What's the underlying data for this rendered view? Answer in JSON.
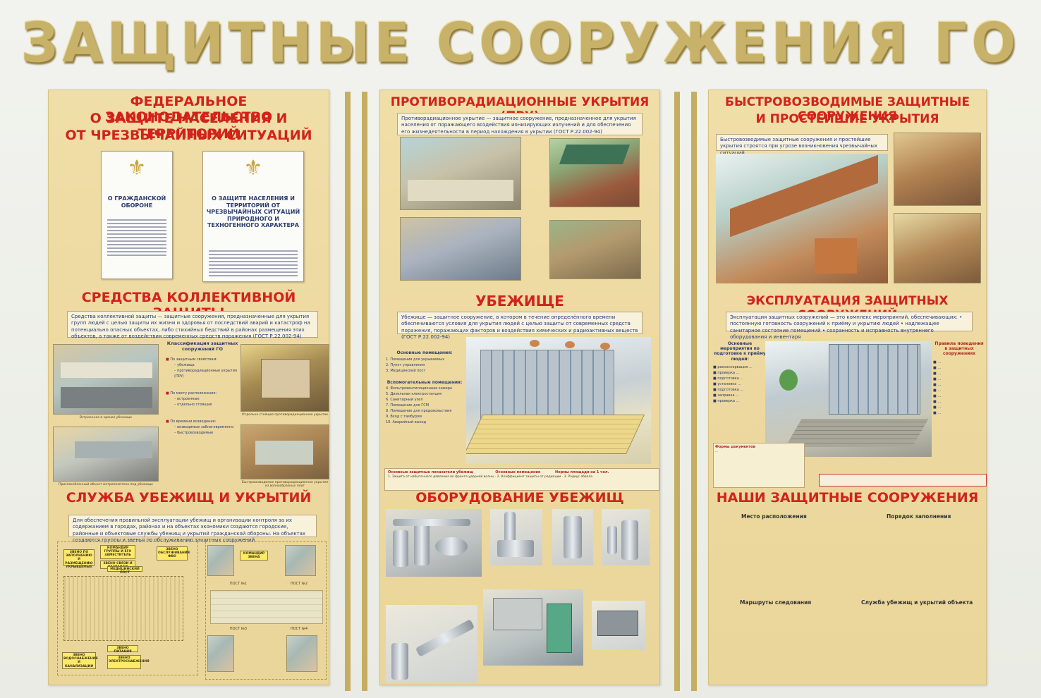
{
  "title": "ЗАЩИТНЫЕ СООРУЖЕНИЯ ГО",
  "colors": {
    "title": "#c8b168",
    "heading": "#d2231b",
    "panel": "#eed9a0",
    "stripe": "#c5ad62"
  },
  "left": {
    "law_title_1": "ФЕДЕРАЛЬНОЕ ЗАКОНОДАТЕЛЬСТВО",
    "law_title_2": "О ЗАЩИТЕ НАСЕЛЕНИЯ И ТЕРРИТОРИЙ",
    "law_title_3": "ОТ ЧРЕЗВЫЧАЙНЫХ СИТУАЦИЙ",
    "doc1_title": "О ГРАЖДАНСКОЙ ОБОРОНЕ",
    "doc2_title": "О ЗАЩИТЕ НАСЕЛЕНИЯ И ТЕРРИТОРИЙ ОТ ЧРЕЗВЫЧАЙНЫХ СИТУАЦИЙ ПРИРОДНОГО И ТЕХНОГЕННОГО ХАРАКТЕРА",
    "emblem_icon": "coat-of-arms-icon",
    "collective_title": "СРЕДСТВА КОЛЛЕКТИВНОЙ ЗАЩИТЫ",
    "collective_def": "Средства коллективной защиты — защитные сооружения, предназначенные для укрытия групп людей с целью защиты их жизни и здоровья от последствий аварий и катастроф на потенциально опасных объектах, либо стихийных бедствий в районах размещения этих объектов, а также от воздействия современных средств поражения (ГОСТ Р.22.002-94)",
    "classification_title": "Классификация защитных сооружений ГО",
    "class_1": "По защитным свойствам:",
    "class_1a": "– убежища",
    "class_1b": "– противорадиационные укрытия (ПРУ)",
    "class_2": "По месту расположения:",
    "class_2a": "– встроенные",
    "class_2b": "– отдельно стоящие",
    "class_3": "По времени возведения:",
    "class_3a": "– возводимые заблаговременно",
    "class_3b": "– быстровозводимые",
    "service_title": "СЛУЖБА УБЕЖИЩ И УКРЫТИЙ",
    "service_def": "Для обеспечения правильной эксплуатации убежищ и организации контроля за их содержанием в городах, районах и на объектах экономики создаются городские, районные и объектовые службы убежищ и укрытий гражданской обороны. На объектах создаются группы и звенья по обслуживанию защитных сооружений",
    "org_commander": "КОМАНДИР ГРУППЫ И ЕГО ЗАМЕСТИТЕЛЬ",
    "org_link": "ЗВЕНО СВЯЗИ И РАЗВЕДКИ",
    "org_fvo": "ЗВЕНО ОБСЛУЖИВАНИЯ ФВО",
    "org_medpost": "МЕДИЦИНСКИЙ ПОСТ",
    "org_food": "ЗВЕНО ПИТАНИЯ",
    "org_water": "ЗВЕНО ВОДОСНАБЖЕНИЯ И КАНАЛИЗАЦИИ",
    "org_power": "ЗВЕНО ЭЛЕКТРОСНАБЖЕНИЯ",
    "org_dgs": "ЗВЕНО ПО ЗАПОЛНЕНИЮ И РАЗМЕЩЕНИЮ УКРЫВАЕМЫХ",
    "post1": "ПОСТ №1",
    "post2": "ПОСТ №2",
    "post3": "ПОСТ №3",
    "post4": "ПОСТ №4",
    "commander_link": "КОМАНДИР ЗВЕНА"
  },
  "middle": {
    "pru_title": "ПРОТИВОРАДИАЦИОННЫЕ УКРЫТИЯ (ПРУ)",
    "pru_def": "Противорадиационное укрытие — защитное сооружение, предназначенное для укрытия населения от поражающего воздействия ионизирующих излучений и для обеспечения его жизнедеятельности в период нахождения в укрытии (ГОСТ Р.22.002-94)",
    "shelter_title": "УБЕЖИЩЕ",
    "shelter_def": "Убежище — защитное сооружение, в котором в течение определённого времени обеспечиваются условия для укрытия людей с целью защиты от современных средств поражения, поражающих факторов и воздействия химических и радиоактивных веществ (ГОСТ Р.22.002-94)",
    "main_rooms": "Основные помещения:",
    "aux_rooms": "Вспомогательные помещения:",
    "equipment_title": "ОБОРУДОВАНИЕ УБЕЖИЩ"
  },
  "right": {
    "fast_title_1": "БЫСТРОВОЗВОДИМЫЕ ЗАЩИТНЫЕ СООРУЖЕНИЯ",
    "fast_title_2": "И ПРОСТЕЙШИЕ УКРЫТИЯ",
    "fast_def": "Быстровозводимые защитные сооружения и простейшие укрытия строятся при угрозе возникновения чрезвычайных ситуаций",
    "exploit_title": "ЭКСПЛУАТАЦИЯ ЗАЩИТНЫХ СООРУЖЕНИЙ",
    "exploit_def": "Эксплуатация защитных сооружений — это комплекс мероприятий, обеспечивающих: • постоянную готовность сооружений к приёму и укрытию людей • надлежащее санитарное состояние помещений • сохранность и исправность внутреннего оборудования и инвентаря",
    "prep_title": "Основные мероприятия по подготовке к приёму людей:",
    "rules_title": "Правила поведения в защитных сооружениях",
    "ours_title": "НАШИ ЗАЩИТНЫЕ СООРУЖЕНИЯ",
    "field_location": "Место расположения",
    "field_order": "Порядок заполнения",
    "field_routes": "Маршруты следования",
    "field_service": "Служба убежищ и укрытий объекта"
  }
}
